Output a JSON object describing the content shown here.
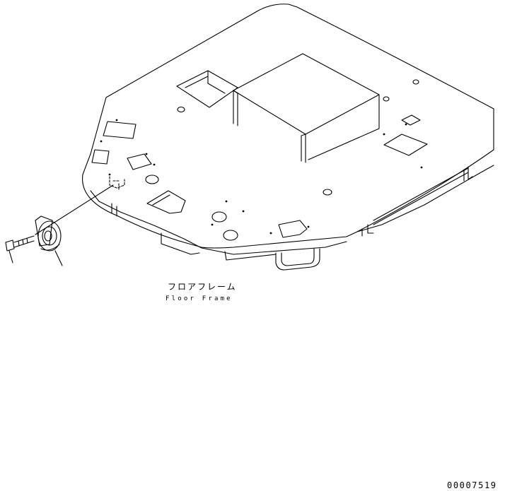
{
  "diagram": {
    "part_label_japanese": "フロアフレーム",
    "part_label_english": "Floor Frame",
    "drawing_number": "00007519",
    "line_color": "#000000",
    "background_color": "#ffffff"
  }
}
